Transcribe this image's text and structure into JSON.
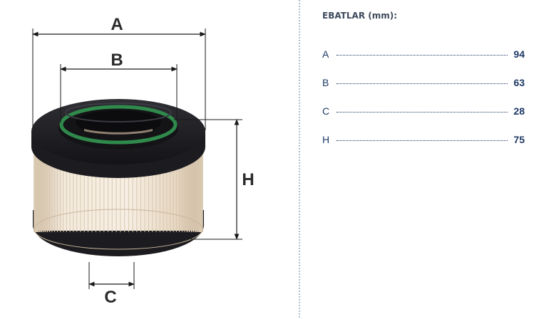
{
  "figure": {
    "labels": {
      "a": "A",
      "b": "B",
      "c": "C",
      "h": "H"
    },
    "colors": {
      "rubber": "#1c1c20",
      "rubber_highlight": "#34343a",
      "gasket": "#2f8a4c",
      "paper": "#f1e6d6",
      "pleat_shadow": "#d9c8b0",
      "dimension_line": "#1a1a1a",
      "divider": "#5b7fa6"
    }
  },
  "panel": {
    "title": "EBATLAR (mm):",
    "rows": [
      {
        "label": "A",
        "value": "94"
      },
      {
        "label": "B",
        "value": "63"
      },
      {
        "label": "C",
        "value": "28"
      },
      {
        "label": "H",
        "value": "75"
      }
    ]
  }
}
